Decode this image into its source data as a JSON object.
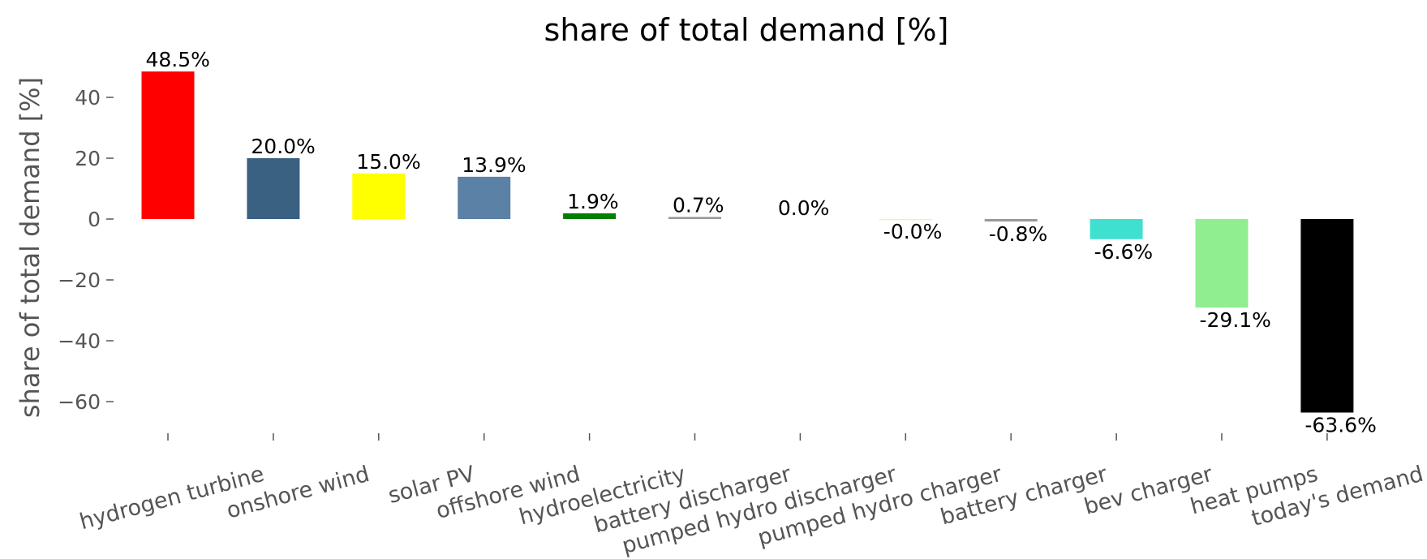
{
  "chart_data": {
    "type": "bar",
    "title": "share of total demand [%]",
    "xlabel": "",
    "ylabel": "share of total demand [%]",
    "ylim": [
      -70,
      52
    ],
    "yticks": [
      40,
      20,
      0,
      -20,
      -40,
      -60
    ],
    "ytick_labels": [
      "40",
      "20",
      "0",
      "−20",
      "−40",
      "−60"
    ],
    "grid": false,
    "categories": [
      "hydrogen turbine",
      "onshore wind",
      "solar PV",
      "offshore wind",
      "hydroelectricity",
      "battery discharger",
      "pumped hydro discharger",
      "pumped hydro charger",
      "battery charger",
      "bev charger",
      "heat pumps",
      "today's demand"
    ],
    "values": [
      48.5,
      20.0,
      15.0,
      13.9,
      1.9,
      0.7,
      0.0,
      -0.0,
      -0.8,
      -6.6,
      -29.1,
      -63.6
    ],
    "data_labels": [
      "48.5%",
      "20.0%",
      "15.0%",
      "13.9%",
      "1.9%",
      "0.7%",
      "0.0%",
      "-0.0%",
      "-0.8%",
      "-6.6%",
      "-29.1%",
      "-63.6%"
    ],
    "colors": [
      "#ff0000",
      "#3a6082",
      "#ffff00",
      "#5b82a6",
      "#008000",
      "#999999",
      "#aaaaaa",
      "#eeeecc",
      "#999999",
      "#40e0d0",
      "#90ee90",
      "#000000"
    ]
  }
}
